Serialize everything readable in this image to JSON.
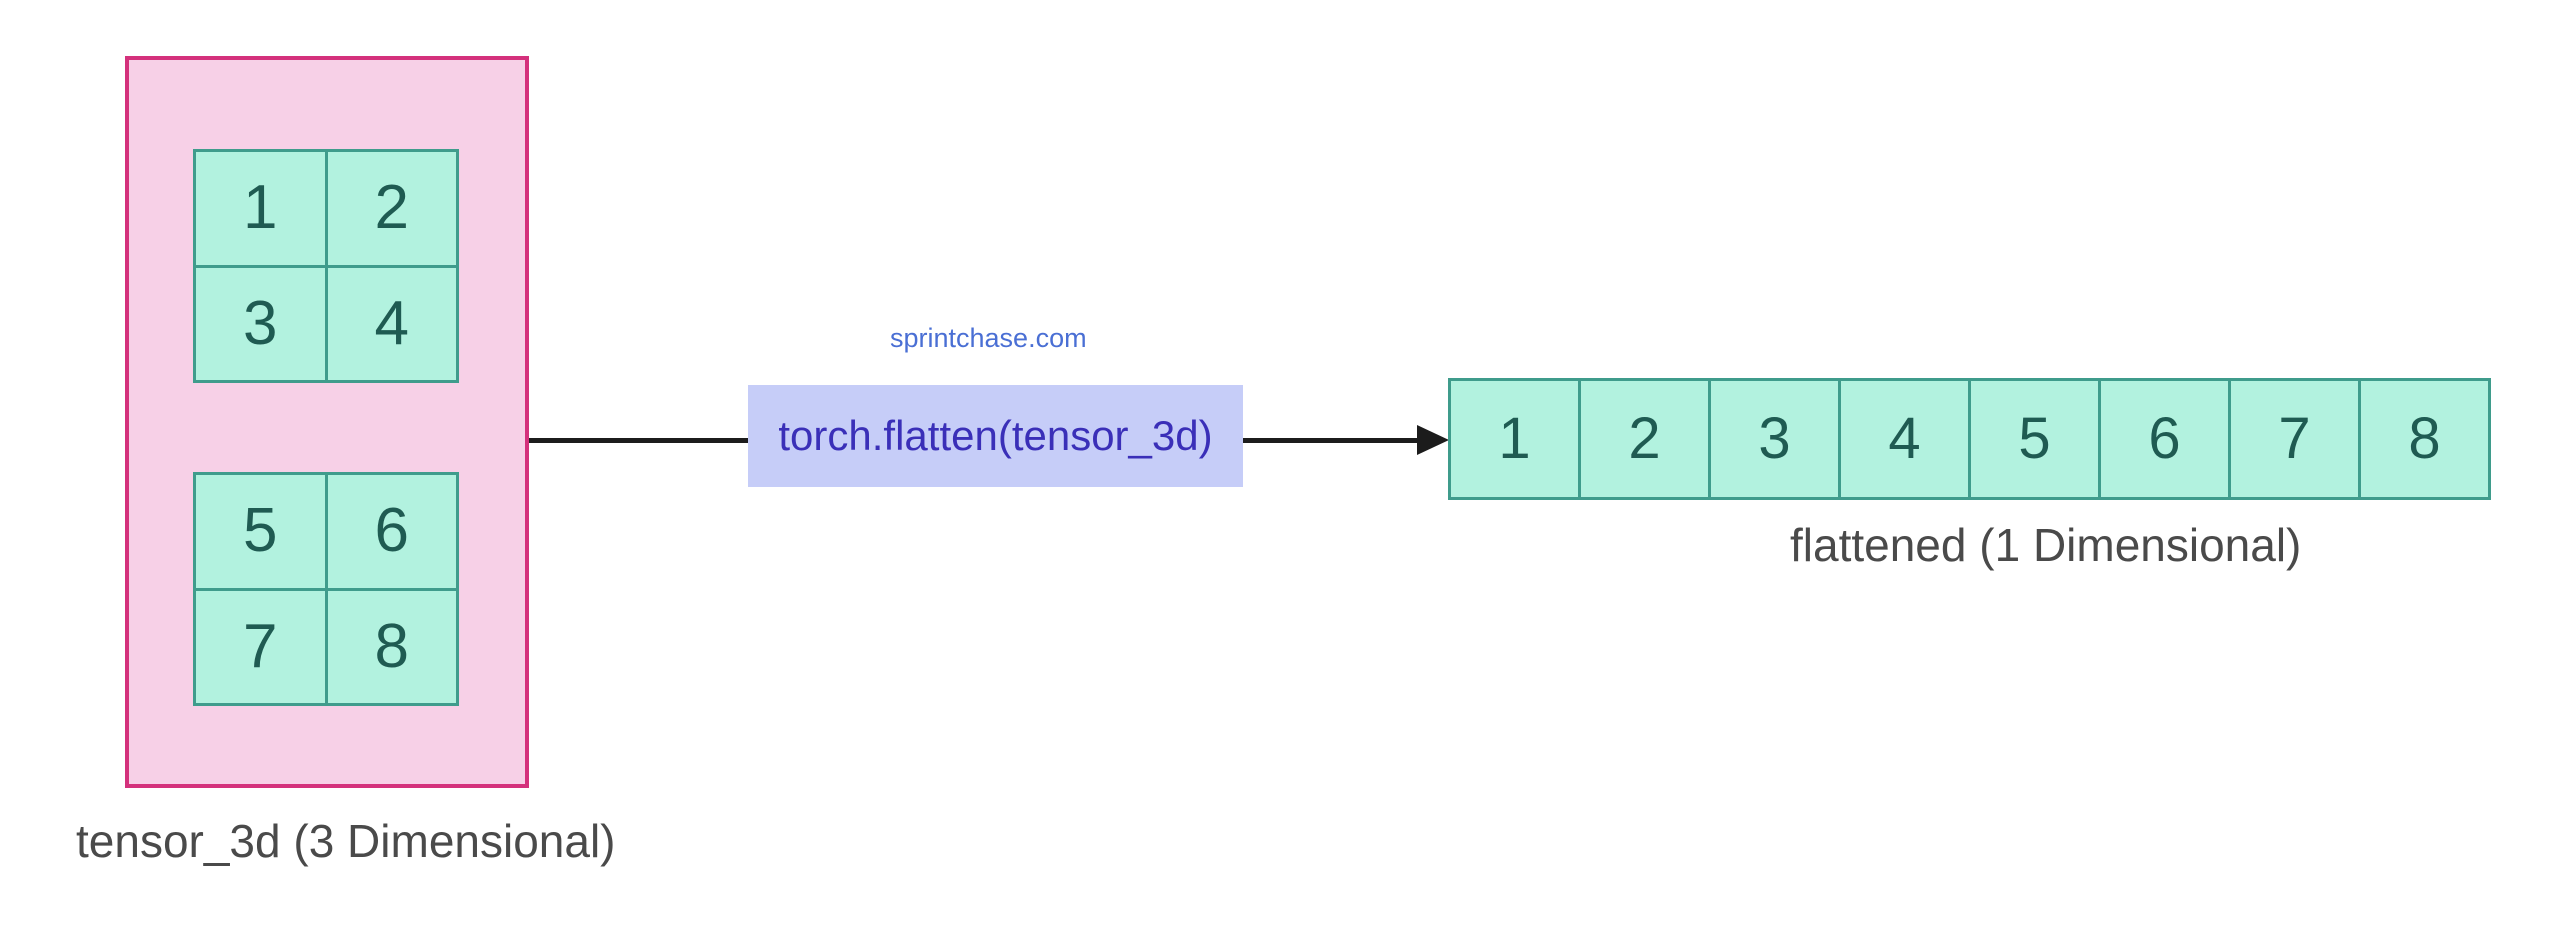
{
  "diagram": {
    "title": "torch.flatten tensor diagram",
    "watermark": "sprintchase.com",
    "colors": {
      "container_fill": "#F7D0E7",
      "container_border": "#D4317C",
      "cell_fill": "#B2F2DF",
      "cell_border": "#3F9C8C",
      "cell_text": "#1F5B52",
      "op_box_fill": "#C6CDF8",
      "op_box_text": "#3A2FB8",
      "caption_text": "#4A4A4A",
      "arrow": "#1C1C1C",
      "watermark_text": "#4A6FD4",
      "background": "#FFFFFF"
    },
    "source": {
      "caption": "tensor_3d (3 Dimensional)",
      "matrices": [
        {
          "name": "slice-0",
          "rows": [
            [
              "1",
              "2"
            ],
            [
              "3",
              "4"
            ]
          ]
        },
        {
          "name": "slice-1",
          "rows": [
            [
              "5",
              "6"
            ],
            [
              "7",
              "8"
            ]
          ]
        }
      ]
    },
    "operation": {
      "label": "torch.flatten(tensor_3d)"
    },
    "result": {
      "caption": "flattened (1 Dimensional)",
      "values": [
        "1",
        "2",
        "3",
        "4",
        "5",
        "6",
        "7",
        "8"
      ]
    }
  }
}
